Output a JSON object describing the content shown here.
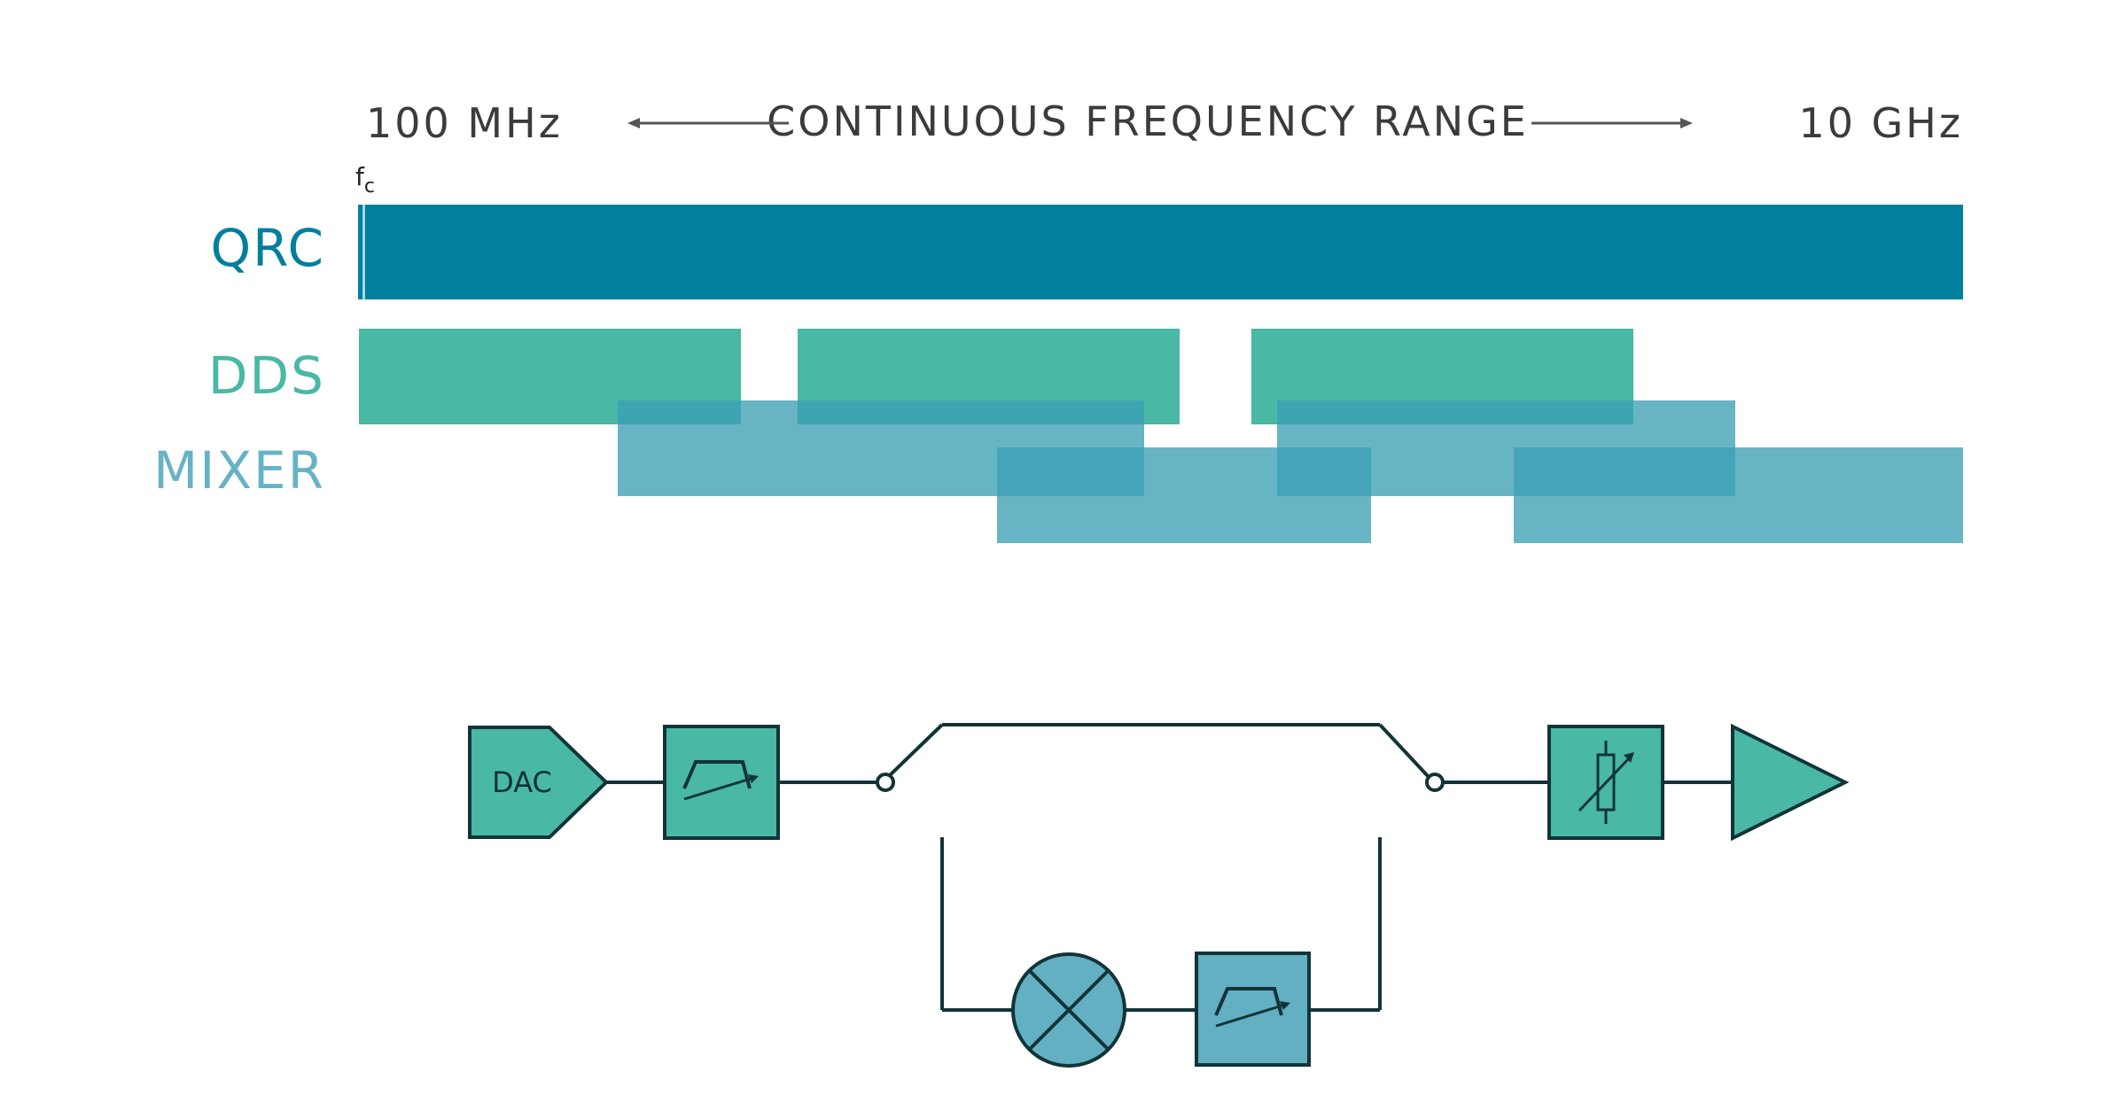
{
  "header": {
    "low_label": "100 MHz",
    "range_label": "CONTINUOUS FREQUENCY RANGE",
    "high_label": "10 GHz"
  },
  "fc": {
    "base": "f",
    "sub": "c"
  },
  "rows": {
    "qrc": "QRC",
    "dds": "DDS",
    "mixer": "MIXER"
  },
  "colors": {
    "qrc": "#027f9d",
    "dds": "#49b8a5",
    "mixer": "#3c9fb5",
    "line": "#123438",
    "text": "#3b3b3b",
    "dds_block": "#49b8a5",
    "mixer_block": "#62b0c2"
  },
  "blocks": {
    "dac_label": "DAC"
  },
  "icons": {
    "bandpass": "bandpass-filter-icon",
    "mixer": "mixer-icon",
    "attenuator": "variable-attenuator-icon",
    "amplifier": "amplifier-icon"
  }
}
